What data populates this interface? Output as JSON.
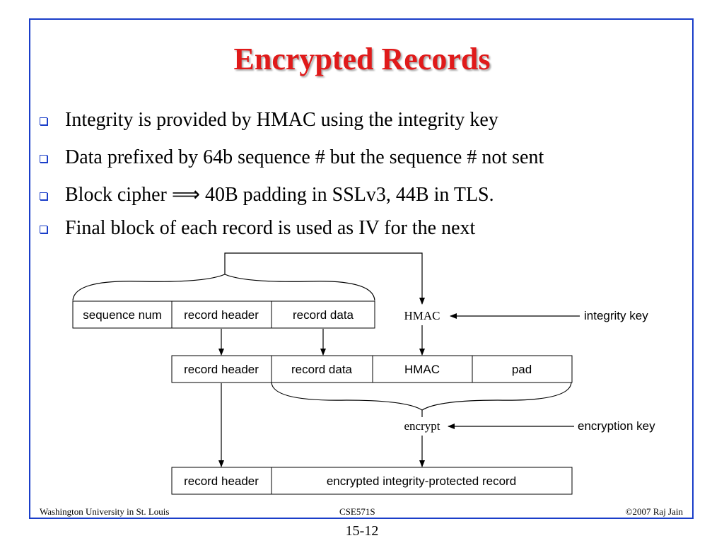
{
  "slide": {
    "title": "Encrypted Records",
    "bullets": [
      "Integrity is provided by HMAC using the integrity key",
      "Data prefixed by 64b sequence # but the sequence # not sent",
      "Block cipher ⟹ 40B padding in SSLv3, 44B in TLS.",
      "Final block of each record is used as IV for the next"
    ],
    "accent_color": "#e01a1a",
    "border_color": "#1a3ec9"
  },
  "diagram": {
    "row1": {
      "sequence_num": "sequence num",
      "record_header": "record header",
      "record_data": "record data"
    },
    "hmac_label": "HMAC",
    "integrity_key": "integrity key",
    "row2": {
      "record_header": "record header",
      "record_data": "record data",
      "hmac": "HMAC",
      "pad": "pad"
    },
    "encrypt_label": "encrypt",
    "encryption_key": "encryption key",
    "row3": {
      "record_header": "record header",
      "encrypted_record": "encrypted integrity-protected record"
    }
  },
  "footer": {
    "left": "Washington University in St. Louis",
    "center": "CSE571S",
    "right": "©2007 Raj Jain",
    "page_number": "15-12"
  }
}
